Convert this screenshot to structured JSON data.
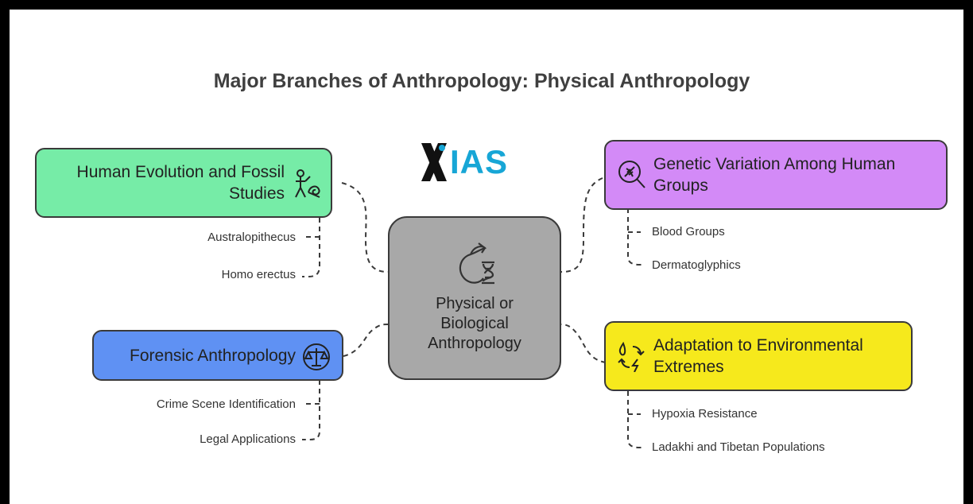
{
  "title": "Major Branches of Anthropology: Physical Anthropology",
  "logo": {
    "text": "IAS",
    "mark": "X",
    "colors": {
      "mark": "#111111",
      "text": "#17a6d6"
    }
  },
  "center": {
    "lines": [
      "Physical or",
      "Biological",
      "Anthropology"
    ],
    "icon": "evolution-dna-icon"
  },
  "branches": {
    "human_evolution": {
      "label_line1": "Human Evolution and Fossil",
      "label_line2": "Studies",
      "icon": "fossil-study-icon",
      "color": "#76eca7",
      "subs": [
        "Australopithecus",
        "Homo erectus"
      ]
    },
    "forensic": {
      "label": "Forensic Anthropology",
      "icon": "justice-scales-icon",
      "color": "#5f91f3",
      "subs": [
        "Crime Scene Identification",
        "Legal Applications"
      ]
    },
    "genetic": {
      "label_line1": "Genetic Variation Among Human",
      "label_line2": "Groups",
      "icon": "dna-magnifier-icon",
      "color": "#d38af7",
      "subs": [
        "Blood Groups",
        "Dermatoglyphics"
      ]
    },
    "adaptation": {
      "label_line1": "Adaptation to Environmental",
      "label_line2": "Extremes",
      "icon": "adaptation-icon",
      "color": "#f6e91c",
      "subs": [
        "Hypoxia Resistance",
        "Ladakhi and Tibetan Populations"
      ]
    }
  }
}
